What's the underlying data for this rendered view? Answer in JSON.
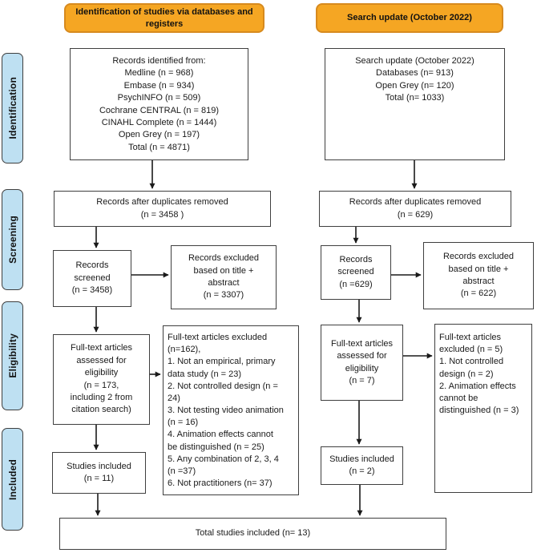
{
  "headers": {
    "left": "Identification of studies via databases and registers",
    "right": "Search update (October 2022)"
  },
  "sidebar": {
    "items": [
      {
        "label": "Identification"
      },
      {
        "label": "Screening"
      },
      {
        "label": "Eligibility"
      },
      {
        "label": "Included"
      }
    ]
  },
  "left_column": {
    "records_identified": "Records identified from:\nMedline (n = 968)\nEmbase (n = 934)\nPsychINFO (n = 509)\nCochrane CENTRAL (n = 819)\nCINAHL Complete (n = 1444)\nOpen Grey (n = 197)\nTotal (n = 4871)",
    "duplicates_removed": "Records after duplicates removed\n(n = 3458 )",
    "records_screened": "Records\nscreened\n(n = 3458)",
    "records_excluded": "Records excluded\nbased on title +\nabstract\n(n = 3307)",
    "fulltext_assessed": "Full-text articles\nassessed for\neligibility\n(n = 173,\nincluding 2 from\ncitation search)",
    "fulltext_excluded": "Full-text articles excluded\n(n=162),\n1. Not an empirical, primary\ndata study (n = 23)\n2. Not controlled design (n =\n24)\n3. Not testing video animation\n(n = 16)\n4. Animation effects cannot\nbe distinguished (n = 25)\n5. Any combination of 2, 3, 4\n(n =37)\n6. Not practitioners (n= 37)",
    "studies_included": "Studies included\n(n = 11)"
  },
  "right_column": {
    "search_update": "Search update (October 2022)\nDatabases (n= 913)\nOpen Grey (n= 120)\nTotal (n= 1033)",
    "duplicates_removed": "Records after duplicates removed\n(n = 629)",
    "records_screened": "Records\nscreened\n(n =629)",
    "records_excluded": "Records excluded\nbased on title +\nabstract\n(n = 622)",
    "fulltext_assessed": "Full-text articles\nassessed for\neligibility\n(n = 7)",
    "fulltext_excluded": "Full-text articles\nexcluded (n = 5)\n1. Not controlled\ndesign (n = 2)\n2. Animation effects\ncannot be\ndistinguished (n = 3)",
    "studies_included": "Studies included\n(n = 2)"
  },
  "footer": {
    "total": "Total studies included (n= 13)"
  },
  "colors": {
    "header_fill": "#F5A623",
    "header_border": "#D78A1E",
    "stage_fill": "#BEE0F2",
    "stage_border": "#3f3f3f",
    "box_border": "#3f3f3f",
    "arrow": "#1a1a1a"
  }
}
